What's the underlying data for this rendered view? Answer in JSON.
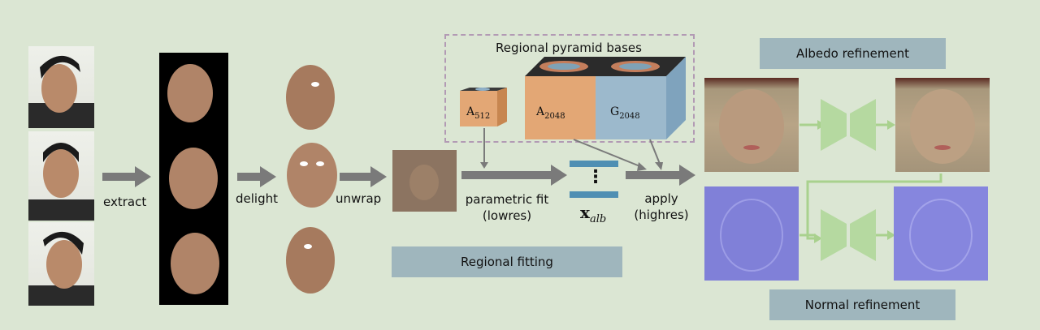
{
  "steps": {
    "extract": "extract",
    "delight": "delight",
    "unwrap": "unwrap",
    "parametric_fit_line1": "parametric fit",
    "parametric_fit_line2": "(lowres)",
    "apply_line1": "apply",
    "apply_line2": "(highres)"
  },
  "pyramid": {
    "title": "Regional pyramid bases",
    "a512_base": "A",
    "a512_sub": "512",
    "a2048_base": "A",
    "a2048_sub": "2048",
    "g2048_base": "G",
    "g2048_sub": "2048"
  },
  "coefficients": {
    "symbol": "x",
    "subscript": "alb",
    "dots": "⋮"
  },
  "banners": {
    "regional_fitting": "Regional fitting",
    "albedo_refinement": "Albedo refinement",
    "normal_refinement": "Normal refinement"
  },
  "colors": {
    "background": "#dbe6d3",
    "banner": "#9fb6bd",
    "arrow_gray": "#7a7a7a",
    "arrow_green": "#a9d18e",
    "network_green": "#b5d9a0",
    "cube_orange": "#e3a775",
    "cube_blue": "#9cb9cc",
    "skin": "#b08468",
    "normal_map": "#7f7fd6"
  }
}
